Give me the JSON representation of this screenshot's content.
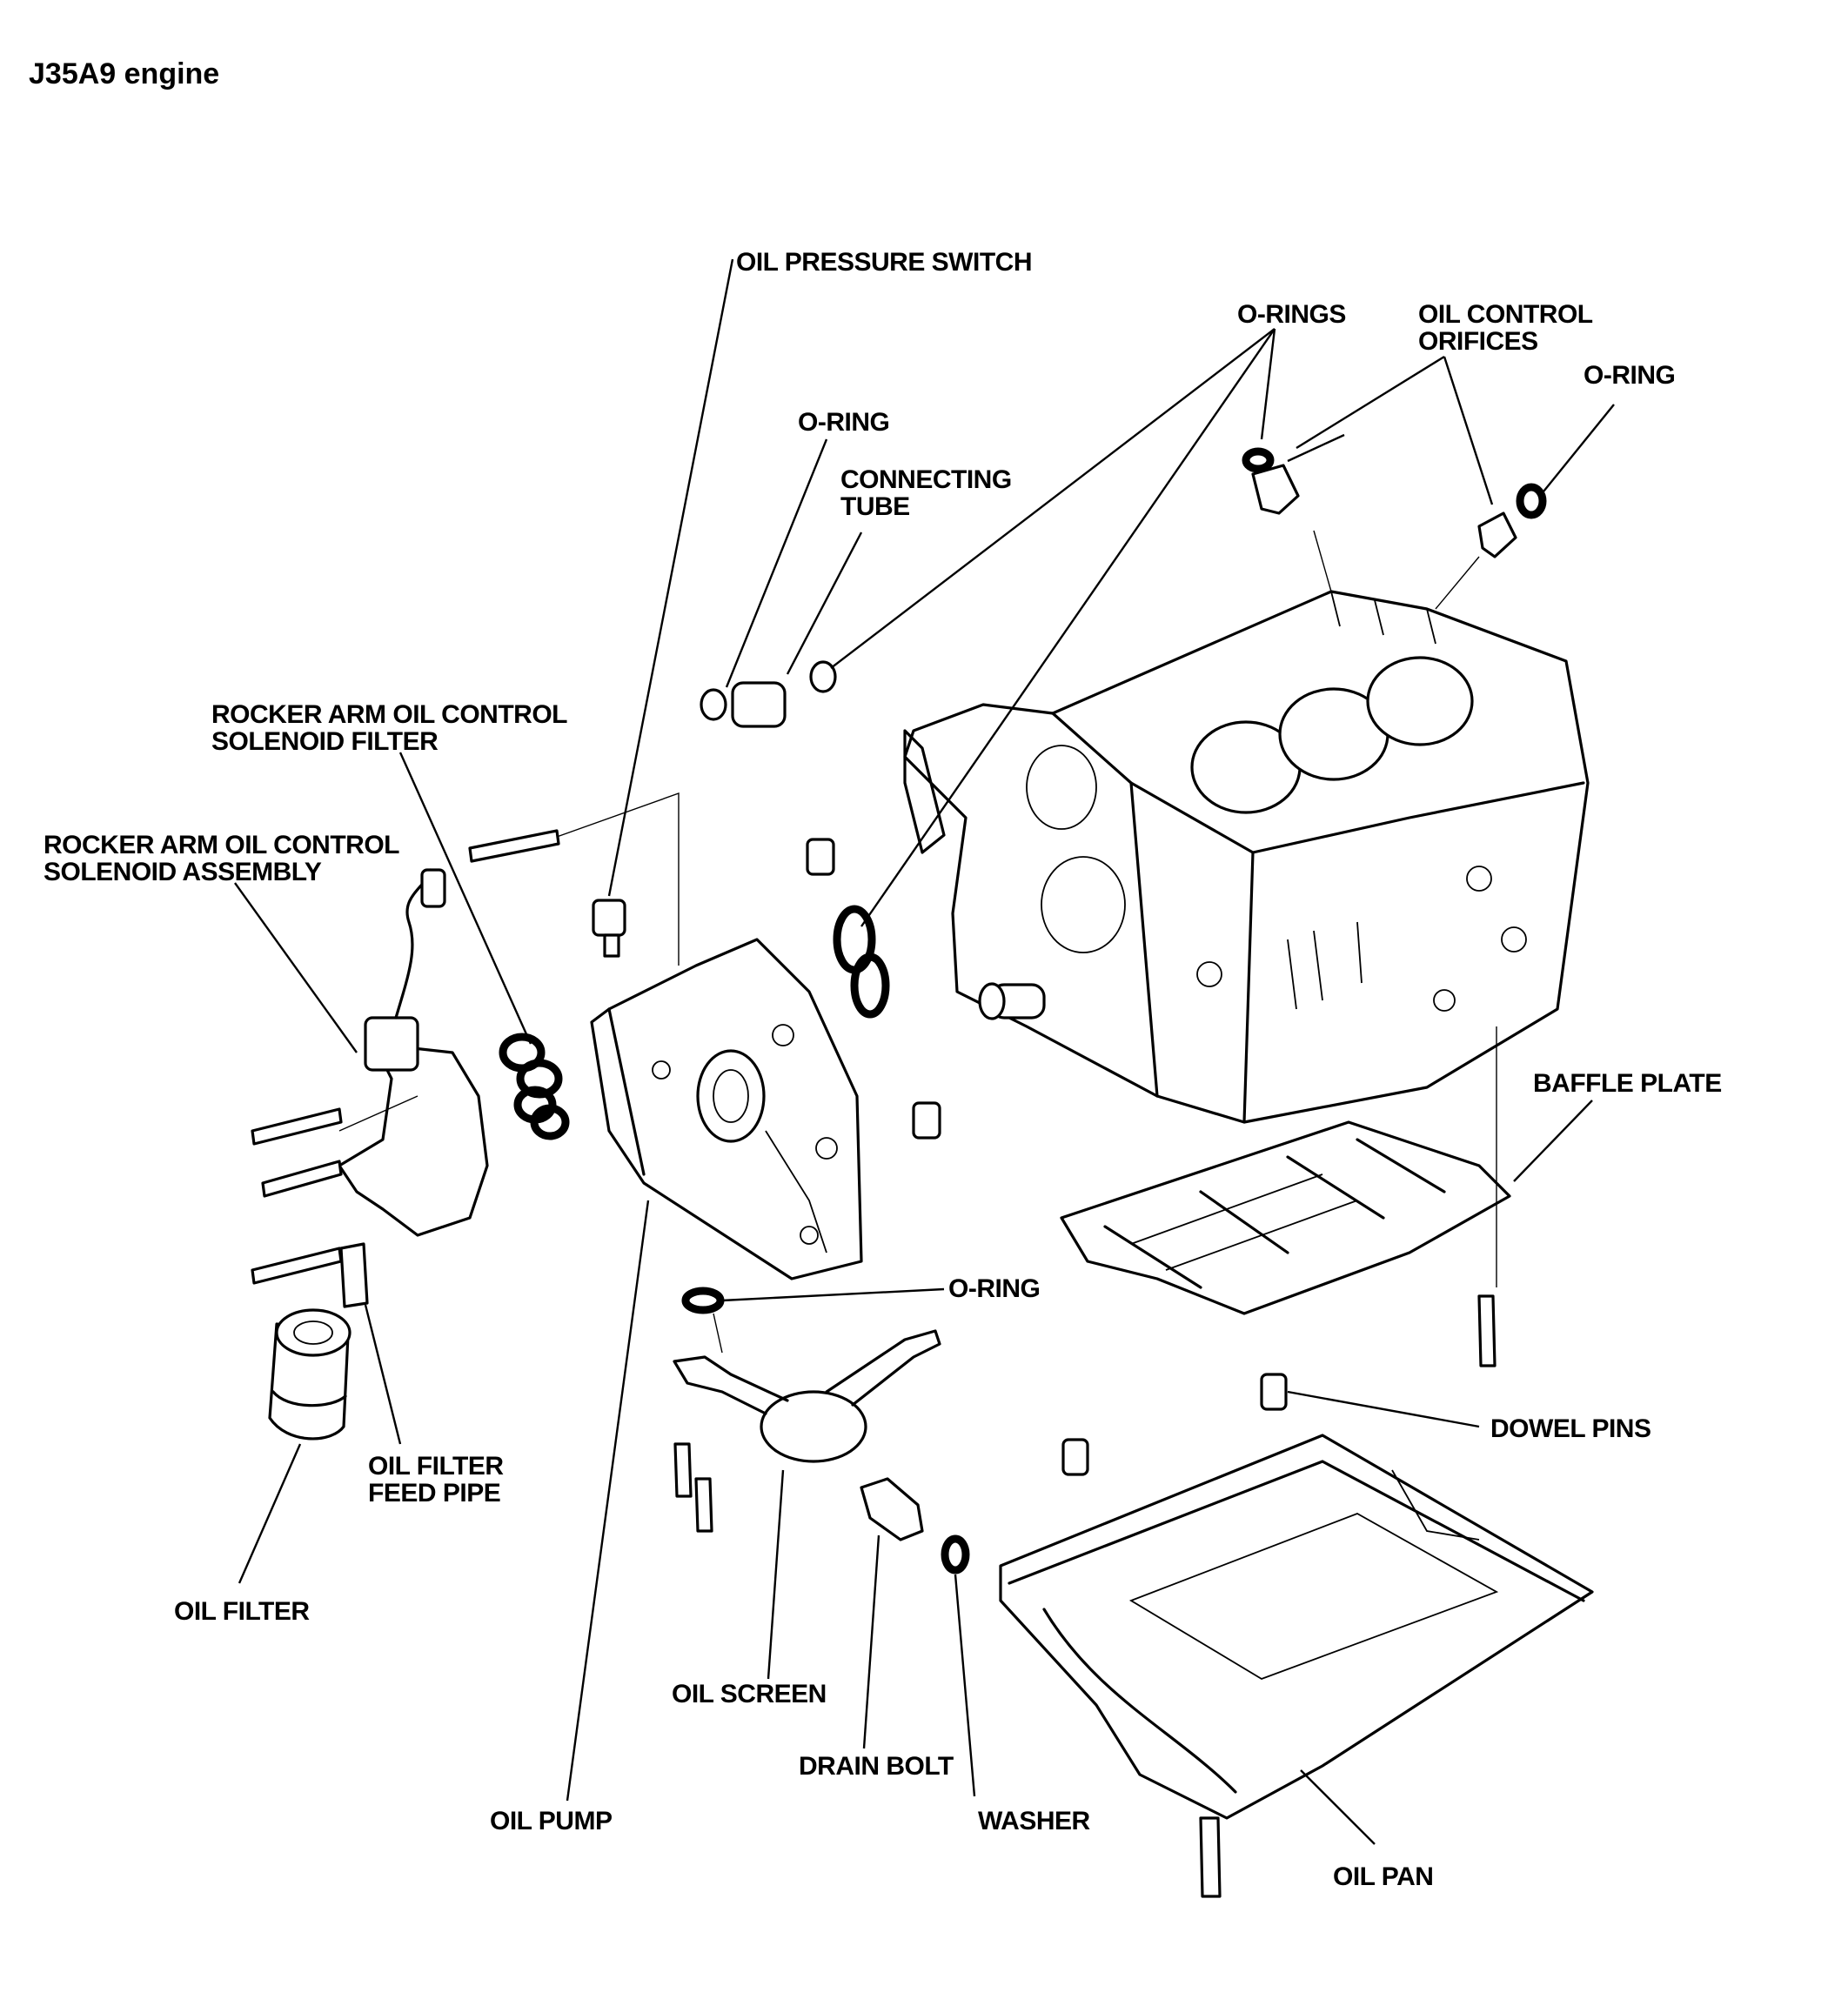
{
  "title": "J35A9 engine",
  "labels": {
    "oil_pressure_switch": "OIL PRESSURE SWITCH",
    "o_rings_top": "O-RINGS",
    "oil_control_orifices_1": "OIL CONTROL",
    "oil_control_orifices_2": "ORIFICES",
    "o_ring_right": "O-RING",
    "o_ring_left": "O-RING",
    "connecting_tube_1": "CONNECTING",
    "connecting_tube_2": "TUBE",
    "solenoid_filter_1": "ROCKER ARM OIL CONTROL",
    "solenoid_filter_2": "SOLENOID FILTER",
    "solenoid_assembly_1": "ROCKER ARM OIL CONTROL",
    "solenoid_assembly_2": "SOLENOID ASSEMBLY",
    "baffle_plate": "BAFFLE PLATE",
    "o_ring_pump": "O-RING",
    "dowel_pins": "DOWEL PINS",
    "oil_filter_feed_pipe_1": "OIL FILTER",
    "oil_filter_feed_pipe_2": "FEED PIPE",
    "oil_filter": "OIL FILTER",
    "oil_screen": "OIL SCREEN",
    "drain_bolt": "DRAIN BOLT",
    "oil_pump": "OIL PUMP",
    "washer": "WASHER",
    "oil_pan": "OIL PAN"
  }
}
